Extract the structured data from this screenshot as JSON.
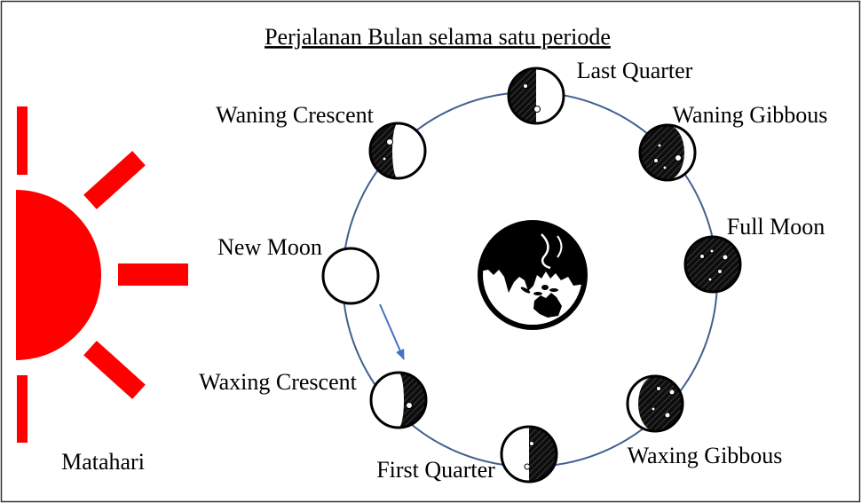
{
  "title": "Perjalanan Bulan selama satu periode",
  "sun": {
    "label": "Matahari",
    "icon": "sun-icon",
    "color": "#FF0000"
  },
  "earth": {
    "icon": "earth-globe-icon"
  },
  "orbit": {
    "color": "#41608E"
  },
  "direction_arrow": {
    "icon": "arrow-icon",
    "color": "#4472C4"
  },
  "moons": [
    {
      "label": "New Moon",
      "icon": "new-moon-icon"
    },
    {
      "label": "Waxing Crescent",
      "icon": "waxing-crescent-moon-icon"
    },
    {
      "label": "First Quarter",
      "icon": "first-quarter-moon-icon"
    },
    {
      "label": "Waxing Gibbous",
      "icon": "waxing-gibbous-moon-icon"
    },
    {
      "label": "Full Moon",
      "icon": "full-moon-icon"
    },
    {
      "label": "Waning Gibbous",
      "icon": "waning-gibbous-moon-icon"
    },
    {
      "label": "Last Quarter",
      "icon": "last-quarter-moon-icon"
    },
    {
      "label": "Waning Crescent",
      "icon": "waning-crescent-moon-icon"
    }
  ]
}
